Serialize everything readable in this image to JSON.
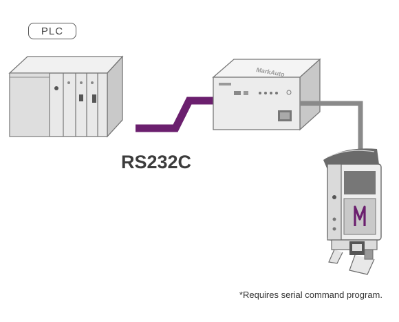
{
  "labels": {
    "plc": "PLC",
    "protocol": "RS232C",
    "footnote": "*Requires serial command program."
  },
  "colors": {
    "rs232_cable": "#6b1f6e",
    "device_cable": "#8a8a8a"
  }
}
